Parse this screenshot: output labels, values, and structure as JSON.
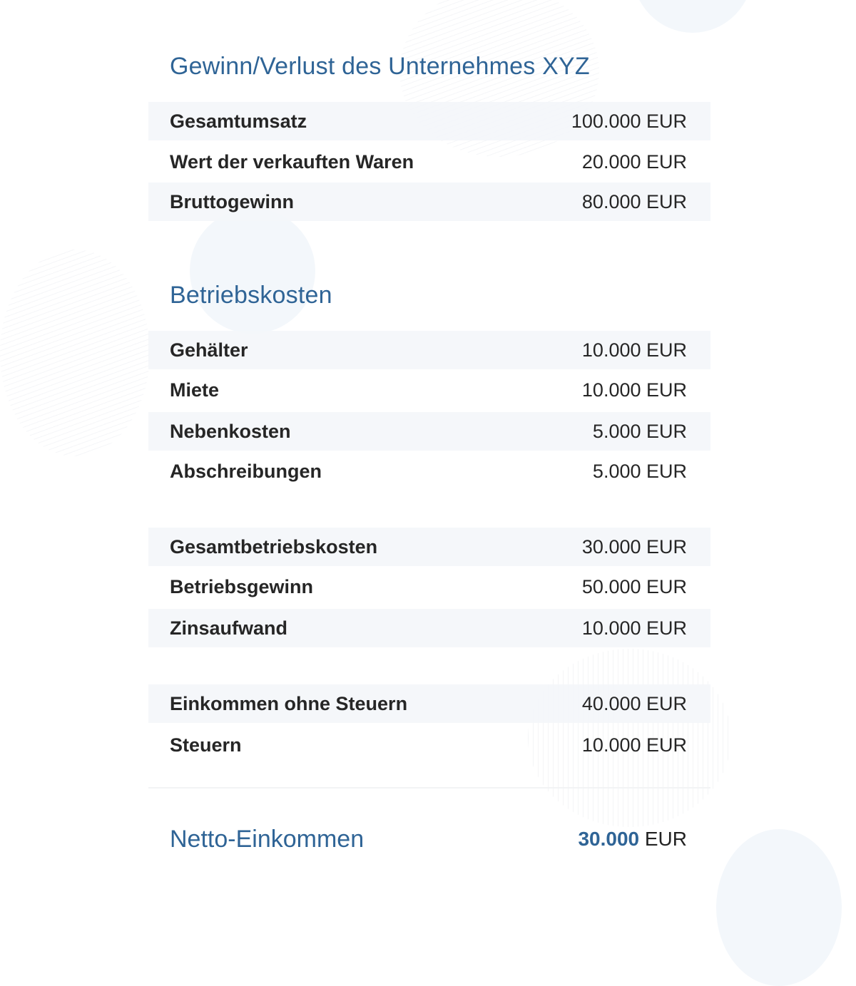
{
  "title": "Gewinn/Verlust des Unternehmes XYZ",
  "revenue": [
    {
      "label": "Gesamtumsatz",
      "value": "100.000 EUR"
    },
    {
      "label": "Wert der verkauften Waren",
      "value": "20.000 EUR"
    },
    {
      "label": "Bruttogewinn",
      "value": "80.000 EUR"
    }
  ],
  "opex_title": "Betriebskosten",
  "opex": [
    {
      "label": "Gehälter",
      "value": "10.000 EUR"
    },
    {
      "label": "Miete",
      "value": "10.000 EUR"
    },
    {
      "label": "Nebenkosten",
      "value": "5.000 EUR"
    },
    {
      "label": "Abschreibungen",
      "value": "5.000 EUR"
    }
  ],
  "operating": [
    {
      "label": "Gesamtbetriebskosten",
      "value": "30.000 EUR"
    },
    {
      "label": "Betriebsgewinn",
      "value": "50.000 EUR"
    },
    {
      "label": "Zinsaufwand",
      "value": "10.000 EUR"
    }
  ],
  "tax": [
    {
      "label": "Einkommen ohne Steuern",
      "value": "40.000 EUR"
    },
    {
      "label": "Steuern",
      "value": "10.000 EUR"
    }
  ],
  "net": {
    "label": "Netto-Einkommen",
    "amount": "30.000",
    "currency": "EUR"
  },
  "colors": {
    "accent": "#2f6496",
    "row_shade": "#f6f7f9",
    "decor": "#f3f7fb"
  }
}
